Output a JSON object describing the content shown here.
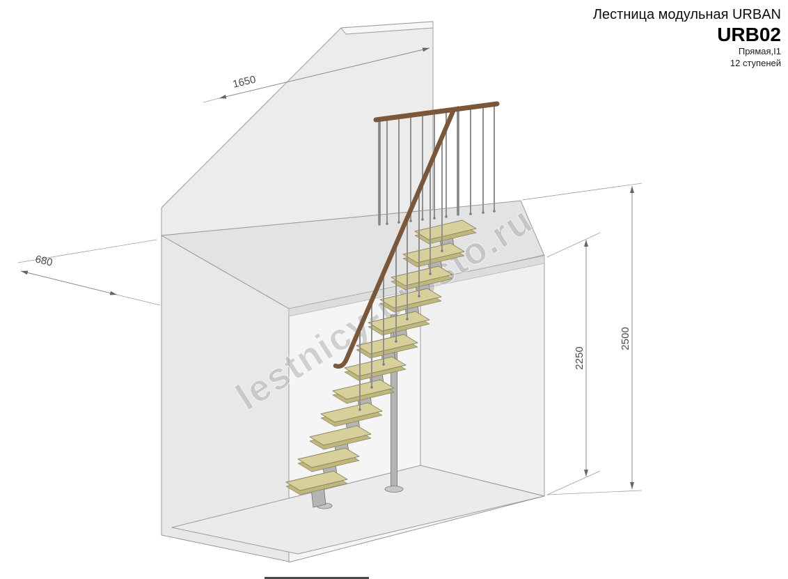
{
  "title_block": {
    "product_line": "Лестница модульная URBAN",
    "model": "URB02",
    "stair_type": "Прямая,I1",
    "step_count": "12 ступеней"
  },
  "watermark": "lestnicy-prosto.ru",
  "dimensions": {
    "wall_top": "1650",
    "landing_depth": "680",
    "floor_to_landing": "2250",
    "total_height": "2500"
  },
  "colors": {
    "tread": "#d8d09a",
    "tread_side": "#bfb67d",
    "handrail_wood": "#7a573a",
    "metal": "#b4b4b4",
    "wall": "#ececec",
    "dim": "#4a4a4a",
    "watermark": "#9a9a9a"
  }
}
